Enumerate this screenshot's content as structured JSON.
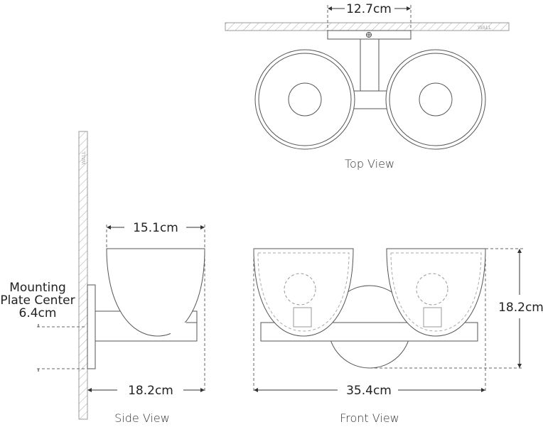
{
  "top_view": {
    "caption": "Top View",
    "wall_label": "WALL",
    "width_dimension": "12.7cm"
  },
  "side_view": {
    "caption": "Side View",
    "wall_label": "WALL",
    "shade_depth_dimension": "15.1cm",
    "extension_dimension": "18.2cm",
    "mounting_label_line1": "Mounting",
    "mounting_label_line2": "Plate Center",
    "mounting_value": "6.4cm"
  },
  "front_view": {
    "caption": "Front View",
    "height_dimension": "18.2cm",
    "width_dimension": "35.4cm"
  }
}
